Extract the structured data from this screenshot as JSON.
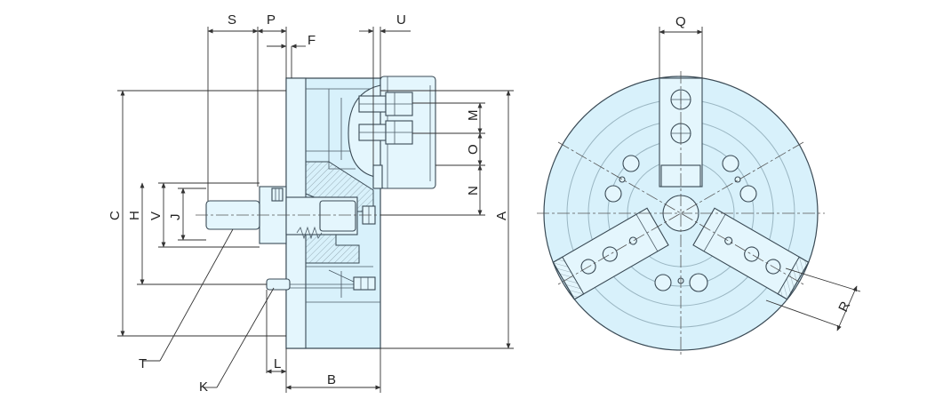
{
  "labels": {
    "S": "S",
    "P": "P",
    "F": "F",
    "U": "U",
    "Q": "Q",
    "M": "M",
    "O": "O",
    "N": "N",
    "A": "A",
    "C": "C",
    "H": "H",
    "V": "V",
    "J": "J",
    "T": "T",
    "K": "K",
    "L": "L",
    "B": "B",
    "R": "R"
  },
  "colors": {
    "body_fill": "#d8f1fb",
    "outline": "#3a4a55",
    "dimension": "#333333"
  }
}
